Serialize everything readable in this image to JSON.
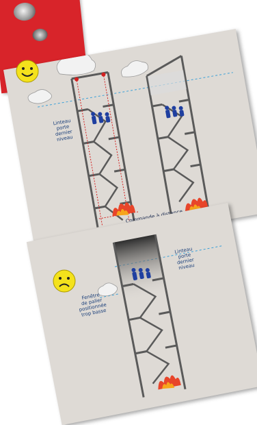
{
  "top_panel": {
    "label_linteau": "Linteau\nporte\ndernier\nniveau",
    "caption": "Commande à distance\ndu lanterneau ou du châssis"
  },
  "bottom_panel": {
    "label_fenetre": "Fenêtre\nde palier\npositionnée\ntrop basse",
    "label_linteau": "Linteau\nporte\ndernier\nniveau"
  },
  "colors": {
    "happy_face": "#f4e21c",
    "sad_face": "#f4e21c",
    "fire": "#e8452a",
    "people": "#1f3fa0",
    "dotted_line": "#3aa0d8",
    "red_dotted": "#d42020",
    "smoke": "#6e6e6e"
  },
  "icons": [
    "happy-face-icon",
    "sad-face-icon",
    "people-icon",
    "fire-icon",
    "smoke-icon"
  ]
}
